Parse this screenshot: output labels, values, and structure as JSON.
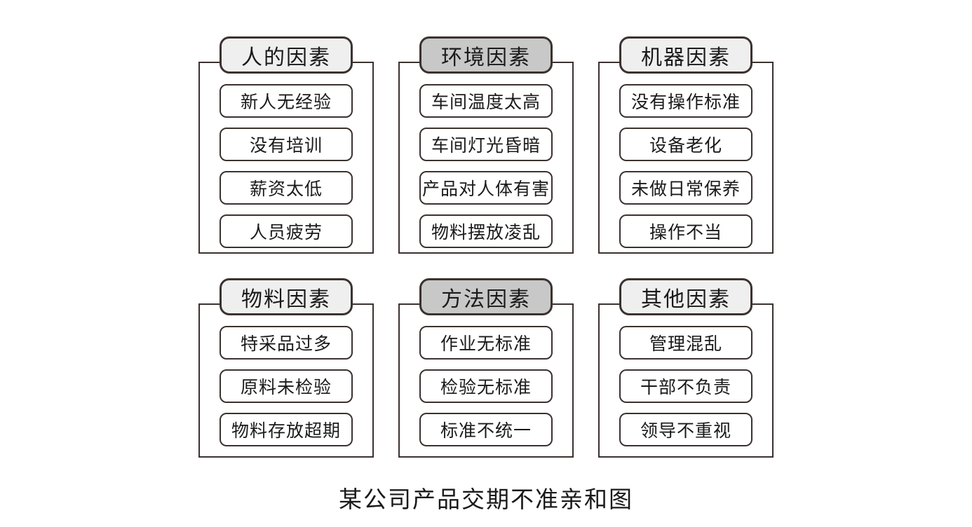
{
  "diagram": {
    "caption": "某公司产品交期不准亲和图",
    "colors": {
      "border": "#3b3230",
      "header_light": "#efefef",
      "header_dark": "#c8c8c8",
      "card_fill": "#ffffff",
      "text": "#1a1a1a"
    },
    "groups": [
      {
        "title": "人的因素",
        "header_style": "light",
        "items": [
          "新人无经验",
          "没有培训",
          "薪资太低",
          "人员疲劳"
        ]
      },
      {
        "title": "环境因素",
        "header_style": "dark",
        "items": [
          "车间温度太高",
          "车间灯光昏暗",
          "产品对人体有害",
          "物料摆放凌乱"
        ]
      },
      {
        "title": "机器因素",
        "header_style": "light",
        "items": [
          "没有操作标准",
          "设备老化",
          "未做日常保养",
          "操作不当"
        ]
      },
      {
        "title": "物料因素",
        "header_style": "light",
        "items": [
          "特采品过多",
          "原料未检验",
          "物料存放超期"
        ]
      },
      {
        "title": "方法因素",
        "header_style": "dark",
        "items": [
          "作业无标准",
          "检验无标准",
          "标准不统一"
        ]
      },
      {
        "title": "其他因素",
        "header_style": "light",
        "items": [
          "管理混乱",
          "干部不负责",
          "领导不重视"
        ]
      }
    ]
  }
}
